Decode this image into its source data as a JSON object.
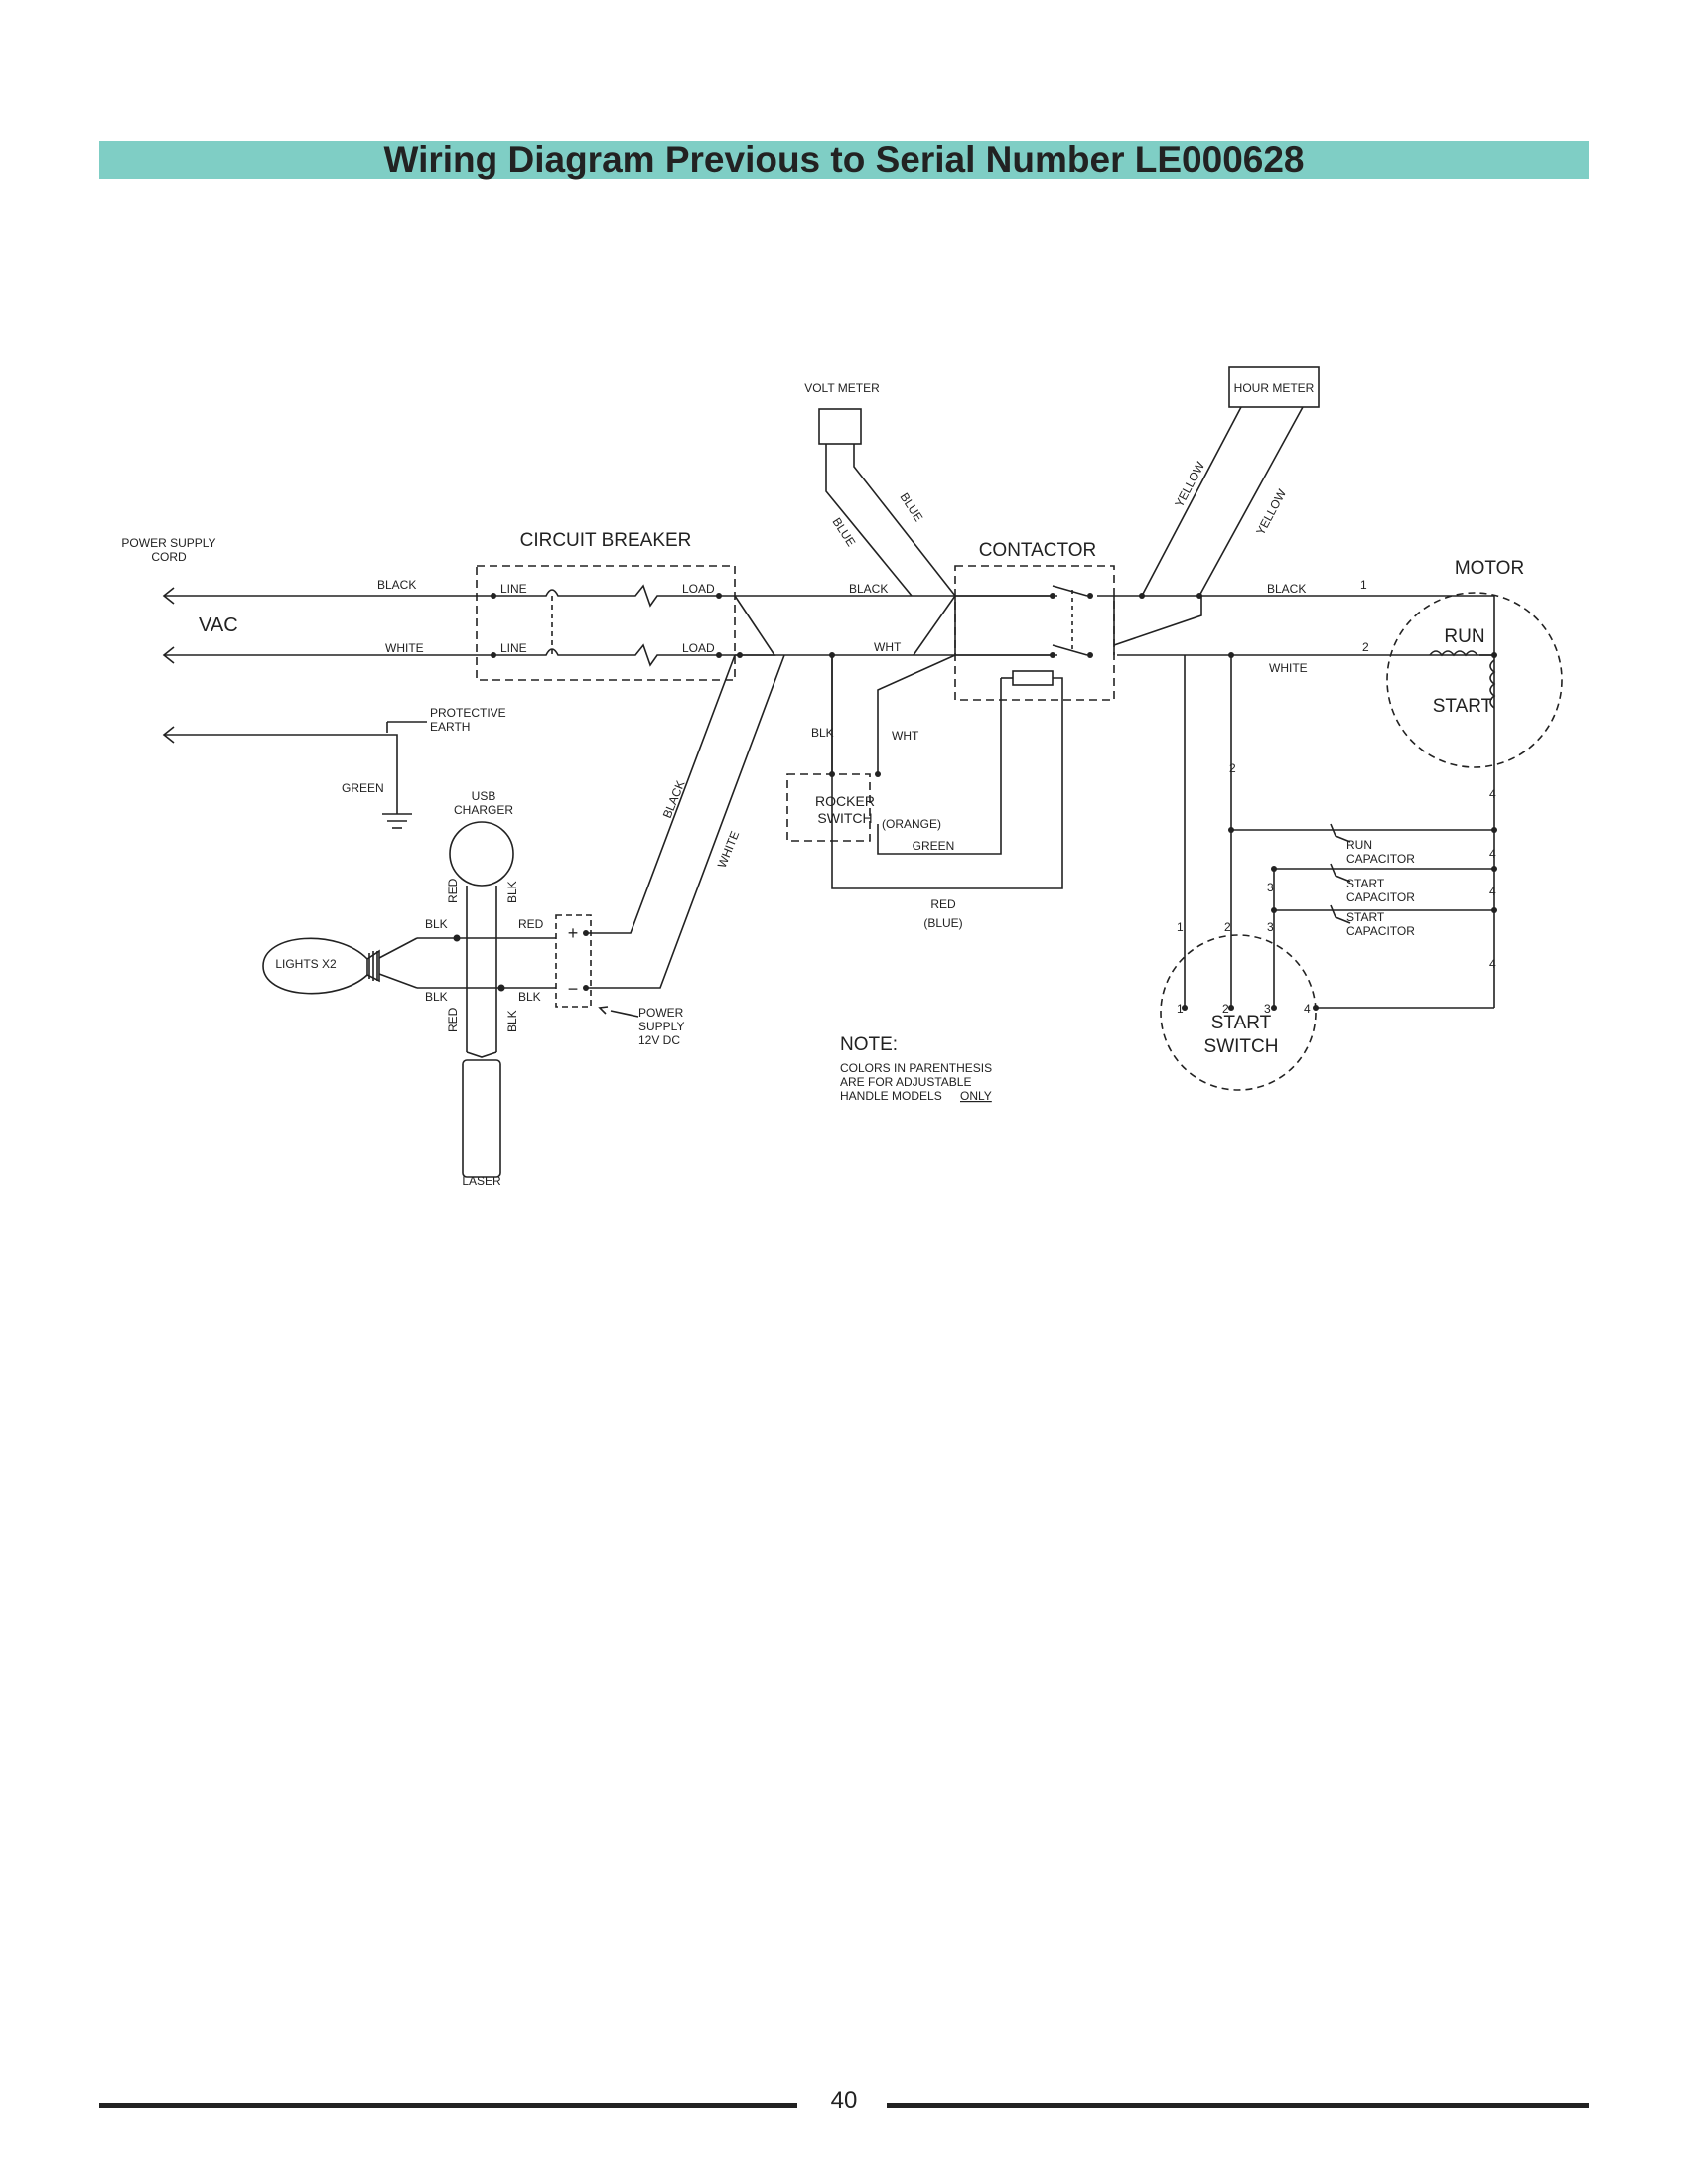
{
  "page": {
    "title": "Wiring Diagram Previous to Serial Number LE000628",
    "page_number": "40",
    "title_bar_color": "#7fcec5"
  },
  "diagram": {
    "labels": {
      "power_supply": "POWER SUPPLY",
      "cord": "CORD",
      "vac": "VAC",
      "circuit_breaker": "CIRCUIT BREAKER",
      "line1": "LINE",
      "line2": "LINE",
      "load1": "LOAD",
      "load2": "LOAD",
      "black1": "BLACK",
      "white1": "WHITE",
      "protective": "PROTECTIVE",
      "earth": "EARTH",
      "green1": "GREEN",
      "usb": "USB",
      "charger": "CHARGER",
      "volt_meter": "VOLT METER",
      "blue1": "BLUE",
      "blue2": "BLUE",
      "contactor": "CONTACTOR",
      "black2": "BLACK",
      "wht1": "WHT",
      "blk1": "BLK",
      "wht2": "WHT",
      "hour_meter": "HOUR METER",
      "yellow1": "YELLOW",
      "yellow2": "YELLOW",
      "black3": "BLACK",
      "white2": "WHITE",
      "motor": "MOTOR",
      "run": "RUN",
      "start": "START",
      "rocker": "ROCKER",
      "switch": "SWITCH",
      "orange": "(ORANGE)",
      "green2": "GREEN",
      "red1": "RED",
      "blue_paren": "(BLUE)",
      "black_diag": "BLACK",
      "white_diag": "WHITE",
      "run_cap1": "RUN",
      "run_cap2": "CAPACITOR",
      "start_cap_a1": "START",
      "start_cap_a2": "CAPACITOR",
      "start_cap_b1": "START",
      "start_cap_b2": "CAPACITOR",
      "start_switch1": "START",
      "start_switch2": "SWITCH",
      "lights": "LIGHTS X2",
      "blk_l1": "BLK",
      "blk_l2": "BLK",
      "red_l": "RED",
      "blk_l3": "BLK",
      "red_v1": "RED",
      "blk_v1": "BLK",
      "red_v2": "RED",
      "blk_v2": "BLK",
      "plus": "+",
      "minus": "−",
      "psu1": "POWER",
      "psu2": "SUPPLY",
      "psu3": "12V DC",
      "laser": "LASER",
      "note": "NOTE:",
      "note1": "COLORS IN PARENTHESIS",
      "note2": "ARE FOR ADJUSTABLE",
      "note3": "HANDLE MODELS",
      "note4": "ONLY",
      "n1a": "1",
      "n2a": "2",
      "n2b": "2",
      "n4a": "4",
      "n4b": "4",
      "n3a": "3",
      "n4c": "4",
      "n4d": "4",
      "n1b": "1",
      "n2c": "2",
      "n3b": "3",
      "n1c": "1",
      "n2d": "2",
      "n3c": "3",
      "n4e": "4"
    }
  }
}
